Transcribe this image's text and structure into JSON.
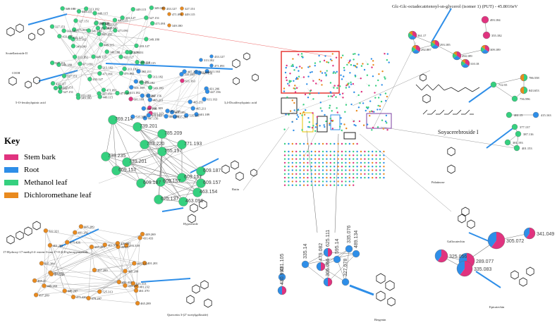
{
  "title": "Glc-Glc-octadecatrienoyl-sn-glycerol (isomer 1) (PUT) - 45.8016eV",
  "key": {
    "heading": "Key",
    "items": [
      {
        "label": "Stem bark",
        "color": "#e0337f"
      },
      {
        "label": "Root",
        "color": "#2e8ee8"
      },
      {
        "label": "Methanol leaf",
        "color": "#35d07f"
      },
      {
        "label": "Dichloromethane leaf",
        "color": "#e98a1e"
      }
    ]
  },
  "compounds": {
    "scutellarioside": "Scutellarioside II",
    "feruloylquinic": "5-O-feruloylquinic acid",
    "dicaffeoylquinic": "3,4-Dicaffeoylquinic acid",
    "rutin": "Rutin",
    "hyperoside": "Hyperoside",
    "hydroxy": "17-Hydroxy-17-methyl-4- estren-3-one 17-O-β-D-glucopyranoside",
    "quercetin": "Quercetin 3-(2''-acetylgalloside)",
    "bergenin": "Bergenin",
    "soyacerebroside": "Soyacerebroside I",
    "palatinose": "Palatinose",
    "gallocatechin": "Gallocatechin",
    "epicatechin": "Epicatechin",
    "cooh": "COOH"
  },
  "clusters": {
    "glc": [
      "361.17",
      "293.185",
      "292.887",
      "294.189",
      "310.18",
      "309.189",
      "493.184",
      "355.182"
    ],
    "soy": [
      "786.558",
      "843.653",
      "712.55",
      "756.596",
      "461.15",
      "415.163",
      "377.137",
      "387.116",
      "381.193",
      "401.153"
    ],
    "rutin": [
      "769.214",
      "739.201",
      "785.209",
      "771.193",
      "753.220",
      "755.197",
      "739.235",
      "609.187",
      "609.157",
      "463.154",
      "625.137",
      "463.096"
    ],
    "bergenin": [
      "625.111",
      "335.076",
      "489.134",
      "479.082",
      "335.14",
      "595.14",
      "305.066",
      "327.078",
      "431.105",
      "430.993"
    ],
    "catechin": [
      "341.049",
      "305.072",
      "289.077",
      "325.056",
      "335.083"
    ]
  },
  "orange_labels": [
    "431.433",
    "475.426",
    "469.37",
    "445.287",
    "465.289",
    "449.269",
    "479.287",
    "401.201",
    "497.289",
    "401.232",
    "401.282",
    "605.289",
    "525.313",
    "461.370",
    "605.384",
    "471.249",
    "522.321",
    "493.339"
  ],
  "green_labels": [
    "433.127",
    "471.091",
    "349.180",
    "449.115",
    "327.151",
    "313.182"
  ],
  "blue_labels": [
    "611.163",
    "431.206",
    "535.201",
    "601.189",
    "465.211",
    "447.156"
  ]
}
